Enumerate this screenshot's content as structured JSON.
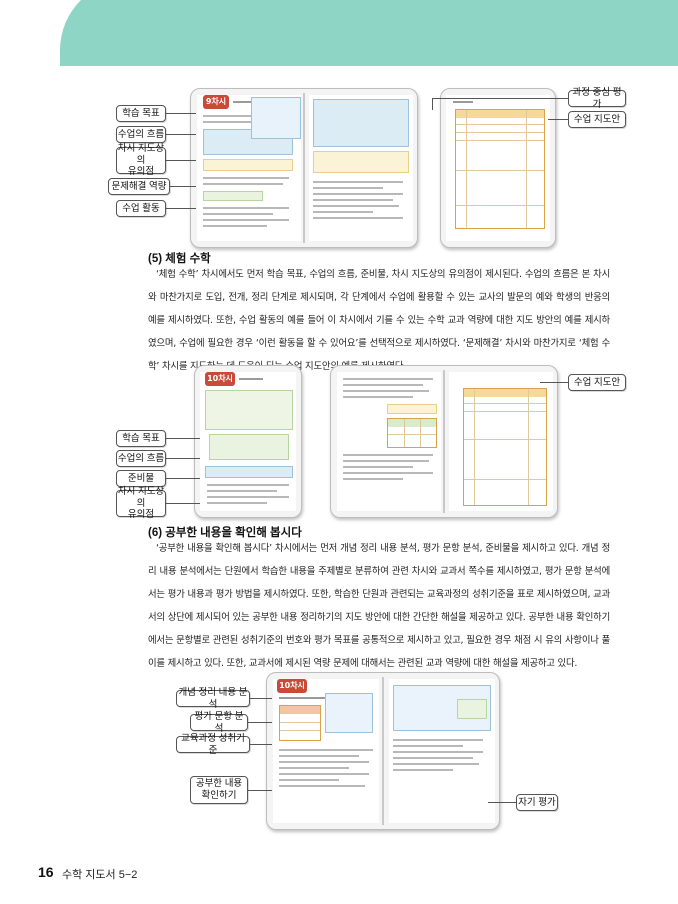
{
  "labels": {
    "top_left": [
      "학습 목표",
      "수업의 흐름",
      "차시 지도상의\n유의점",
      "문제해결 역량",
      "수업 활동"
    ],
    "top_right": [
      "과정 중심 평가",
      "수업 지도안"
    ],
    "mid_left": [
      "학습 목표",
      "수업의 흐름",
      "준비물",
      "차시 지도상의\n유의점"
    ],
    "mid_right": [
      "수업 지도안"
    ],
    "bottom_left": [
      "개념 정리 내용 분석",
      "평가 문항 분석",
      "교육과정 성취기준",
      "공부한 내용\n확인하기"
    ],
    "bottom_right": [
      "자기 평가"
    ]
  },
  "thumbs": {
    "top_left_tag": "9차시",
    "mid_left_tag": "10차시",
    "bottom_tag": "10차시"
  },
  "section5": {
    "heading": "(5) 체험 수학",
    "text": "‘체험 수학’ 차시에서도 먼저 학습 목표, 수업의 흐름, 준비물, 차시 지도상의 유의점이 제시된다. 수업의 흐름은 본 차시와 마찬가지로 도입, 전개, 정리 단계로 제시되며, 각 단계에서 수업에 활용할 수 있는 교사의 발문의 예와 학생의 반응의 예를 제시하였다. 또한, 수업 활동의 예를 들어 이 차시에서 기를 수 있는 수학 교과 역량에 대한 지도 방안의 예를 제시하였으며, 수업에 필요한 경우 ‘이런 활동을 할 수 있어요’를 선택적으로 제시하였다. ‘문제해결’ 차시와 마찬가지로 ‘체험 수학’ 차시를 지도하는 데 도움이 되는 수업 지도안의 예를 제시하였다."
  },
  "section6": {
    "heading": "(6) 공부한 내용을 확인해 봅시다",
    "text": "‘공부한 내용을 확인해 봅시다’ 차시에서는 먼저 개념 정리 내용 분석, 평가 문항 분석, 준비물을 제시하고 있다. 개념 정리 내용 분석에서는 단원에서 학습한 내용을 주제별로 분류하여 관련 차시와 교과서 쪽수를 제시하였고, 평가 문항 분석에서는 평가 내용과 평가 방법을 제시하였다. 또한, 학습한 단원과 관련되는 교육과정의 성취기준을 표로 제시하였으며, 교과서의 상단에 제시되어 있는 공부한 내용 정리하기의 지도 방안에 대한 간단한 해설을 제공하고 있다. 공부한 내용 확인하기에서는 문항별로 관련된 성취기준의 번호와 평가 목표를 공통적으로 제시하고 있고, 필요한 경우 채점 시 유의 사항이나 풀이를 제시하고 있다. 또한, 교과서에 제시된 역량 문제에 대해서는 관련된 교과 역량에 대한 해설을 제공하고 있다."
  },
  "footer": {
    "page_number": "16",
    "title": "수학 지도서 5−2"
  }
}
